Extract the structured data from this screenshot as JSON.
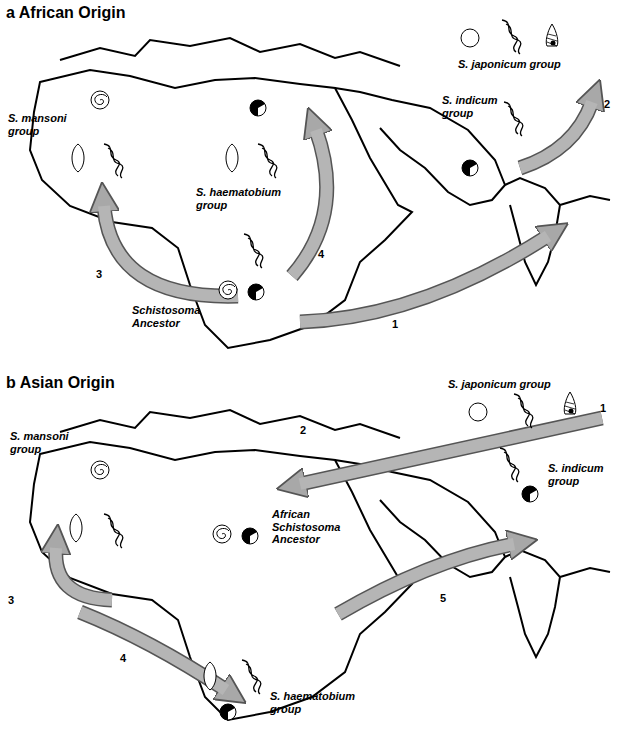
{
  "diagram": {
    "labels": [
      "a African Origin",
      "S. japonicum group",
      "S. indicum group",
      "2",
      "S. mansoni group",
      "S. haematobium group",
      "4",
      "3",
      "Schistosoma Ancestor",
      "1",
      "b Asian Origin",
      "S. japonicum group",
      "1",
      "2",
      "S. mansoni group",
      "S. indicum group",
      "African Schistosoma Ancestor",
      "3",
      "5",
      "4",
      "S. haematobium group"
    ]
  }
}
